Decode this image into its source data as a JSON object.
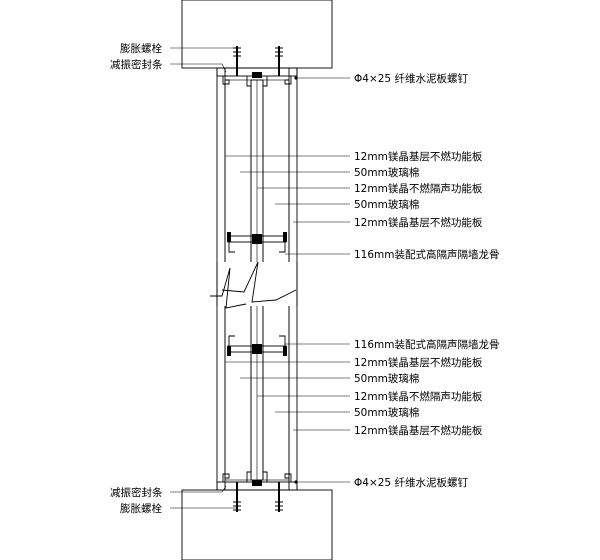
{
  "labels": {
    "top_bolt": "膨胀螺栓",
    "top_seal": "减振密封条",
    "top_screw": "Φ4×25  纤维水泥板螺钉",
    "u1": "12mm镁晶基层不燃功能板",
    "u2": "50mm玻璃棉",
    "u3": "12mm镁晶不燃隔声功能板",
    "u4": "50mm玻璃棉",
    "u5": "12mm镁晶基层不燃功能板",
    "u_keel": "116mm装配式高隔声隔墙龙骨",
    "l_keel": "116mm装配式高隔声隔墙龙骨",
    "l1": "12mm镁晶基层不燃功能板",
    "l2": "50mm玻璃棉",
    "l3": "12mm镁晶不燃隔声功能板",
    "l4": "50mm玻璃棉",
    "l5": "12mm镁晶基层不燃功能板",
    "bottom_screw": "Φ4×25  纤维水泥板螺钉",
    "bottom_seal": "减振密封条",
    "bottom_bolt": "膨胀螺栓"
  }
}
